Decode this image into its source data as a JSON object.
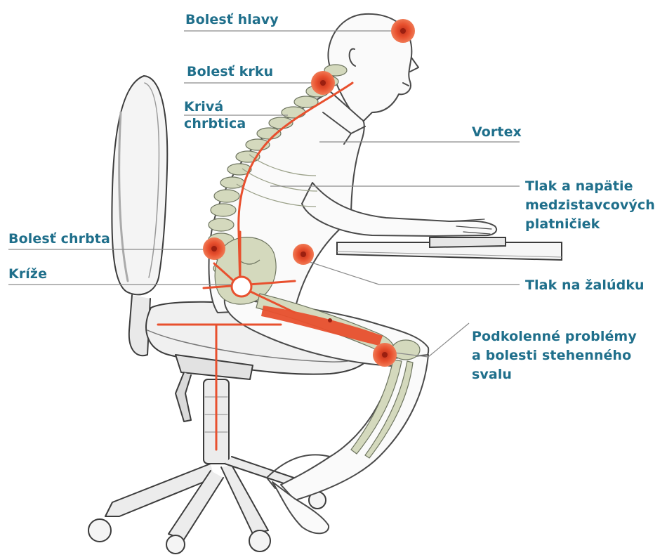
{
  "colors": {
    "label_text": "#1f6f8b",
    "marker": "#e8502e",
    "marker_core": "#9b1f10",
    "line": "#8a8a8a",
    "bone": "#c9cfb2",
    "sketch": "#4a4a4a"
  },
  "labels": {
    "headache": "Bolesť hlavy",
    "neck_pain": "Bolesť krku",
    "curved_spine": "Krivá\nchrbtica",
    "vortex": "Vortex",
    "disc_pressure": "Tlak a napätie\nmedzistavcových\nplatničiek",
    "back_pain": "Bolesť chrbta",
    "lower_back": "Kríže",
    "stomach_pressure": "Tlak na žalúdku",
    "knee_problems": "Podkolenné problémy\na bolesti stehenného\nsvalu"
  }
}
